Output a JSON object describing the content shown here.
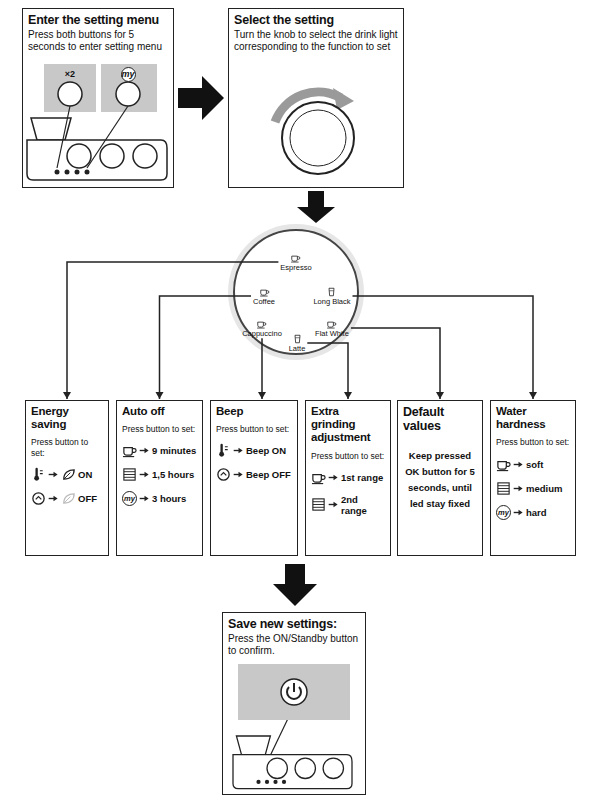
{
  "diagram": {
    "nodes": [
      {
        "text": [
          "Enter the setting menu",
          "Press both buttons for 5 seconds to enter setting menu"
        ]
      },
      {
        "text": [
          "Select the setting",
          "Turn the knob to select the drink light corresponding to the function to set"
        ]
      },
      {
        "text": []
      },
      {
        "text": [
          "Espresso"
        ],
        "in": 2
      },
      {
        "text": [
          "Coffee"
        ],
        "in": 2
      },
      {
        "text": [
          "Long Black"
        ],
        "in": 2
      },
      {
        "text": [
          "Cappuccino"
        ],
        "in": 2
      },
      {
        "text": [
          "Flat White"
        ],
        "in": 2
      },
      {
        "text": [
          "Latte"
        ],
        "in": 2
      },
      {
        "text": [
          "Energy saving",
          "Press button to set:",
          "ON",
          "OFF"
        ]
      },
      {
        "text": [
          "Auto off",
          "Press button to set:",
          "9 minutes",
          "1,5 hours",
          "3 hours"
        ]
      },
      {
        "text": [
          "Beep",
          "Press button to set:",
          "Beep ON",
          "Beep OFF"
        ]
      },
      {
        "text": [
          "Extra grinding adjustment",
          "Press button to set:",
          "1st range",
          "2nd range"
        ]
      },
      {
        "text": [
          "Default values",
          "Keep pressed OK button for 5 seconds, until led stay fixed"
        ]
      },
      {
        "text": [
          "Water hardness",
          "Press button to set:",
          "soft",
          "medium",
          "hard"
        ]
      },
      {
        "text": [
          "Save new settings:",
          "Press the ON/Standby button to confirm."
        ]
      }
    ],
    "edges": [
      {
        "from": 0,
        "to": 1,
        "arrow": "to"
      },
      {
        "from": 1,
        "to": 2,
        "arrow": "to"
      },
      {
        "from": 3,
        "to": 9,
        "arrow": "to"
      },
      {
        "from": 4,
        "to": 10,
        "arrow": "to"
      },
      {
        "from": 6,
        "to": 11,
        "arrow": "to"
      },
      {
        "from": 8,
        "to": 12,
        "arrow": "to"
      },
      {
        "from": 7,
        "to": 13,
        "arrow": "to"
      },
      {
        "from": 5,
        "to": 14,
        "arrow": "to"
      }
    ],
    "labels": [
      "×2",
      "my",
      "my",
      "my"
    ]
  }
}
